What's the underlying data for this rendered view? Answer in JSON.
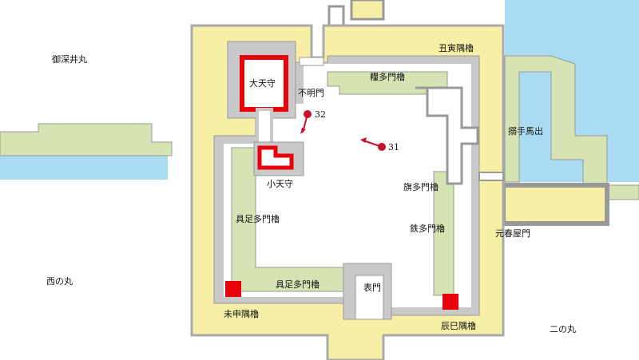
{
  "colors": {
    "water": "#a9dcf3",
    "wall": "#c9c9c9",
    "yellow": "#f7efa6",
    "green": "#d6e3b3",
    "tower": "#e8000b",
    "marker": "#c8102e"
  },
  "areas": {
    "ofukei": "御深井丸",
    "nishi": "西の丸",
    "ni": "二の丸"
  },
  "keeps": {
    "dai": "大天守",
    "sho": "小天守"
  },
  "gates": {
    "fumei": "不明門",
    "omote": "表門",
    "karamete": "搦手馬出",
    "motoharuya": "元春屋門"
  },
  "turrets": {
    "ushitora": "丑寅隅櫓",
    "hitsujisaru": "未申隅櫓",
    "tatsumi": "辰巳隅櫓"
  },
  "tamon": {
    "kate": "糧多門櫓",
    "hata": "旗多門櫓",
    "tetsu": "鉄多門櫓",
    "gusoku_w": "具足多門櫓",
    "gusoku_s": "具足多門櫓"
  },
  "markers": [
    {
      "label": "32"
    },
    {
      "label": "31"
    }
  ]
}
